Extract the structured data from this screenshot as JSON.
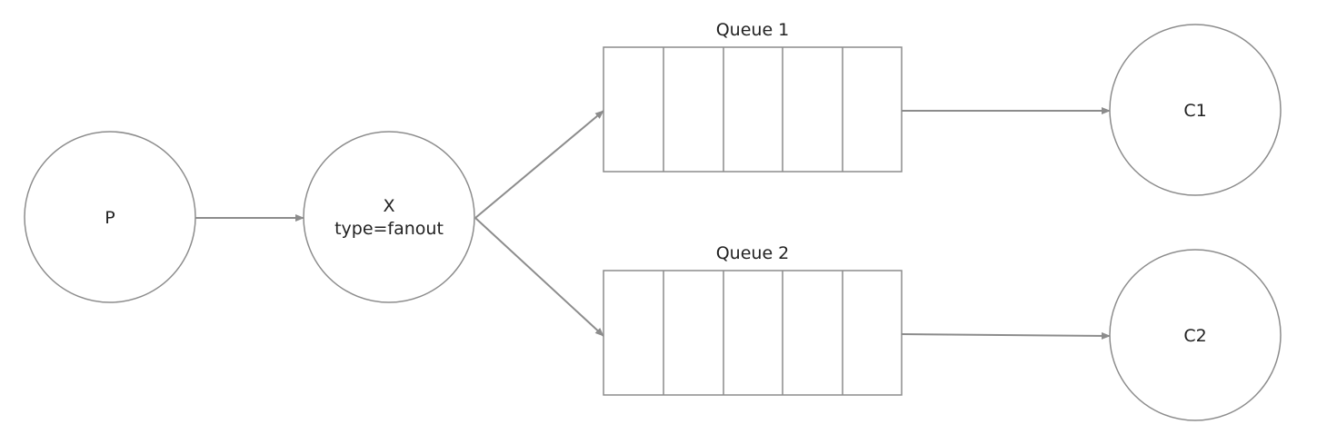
{
  "diagram": {
    "producer": {
      "label": "P"
    },
    "exchange": {
      "name": "X",
      "type_label": "type=fanout"
    },
    "queues": [
      {
        "label": "Queue 1"
      },
      {
        "label": "Queue 2"
      }
    ],
    "consumers": [
      {
        "label": "C1"
      },
      {
        "label": "C2"
      }
    ],
    "colors": {
      "stroke": "#8c8c8c",
      "arrow": "#8c8c8c",
      "text": "#222222",
      "background": "#ffffff"
    }
  }
}
